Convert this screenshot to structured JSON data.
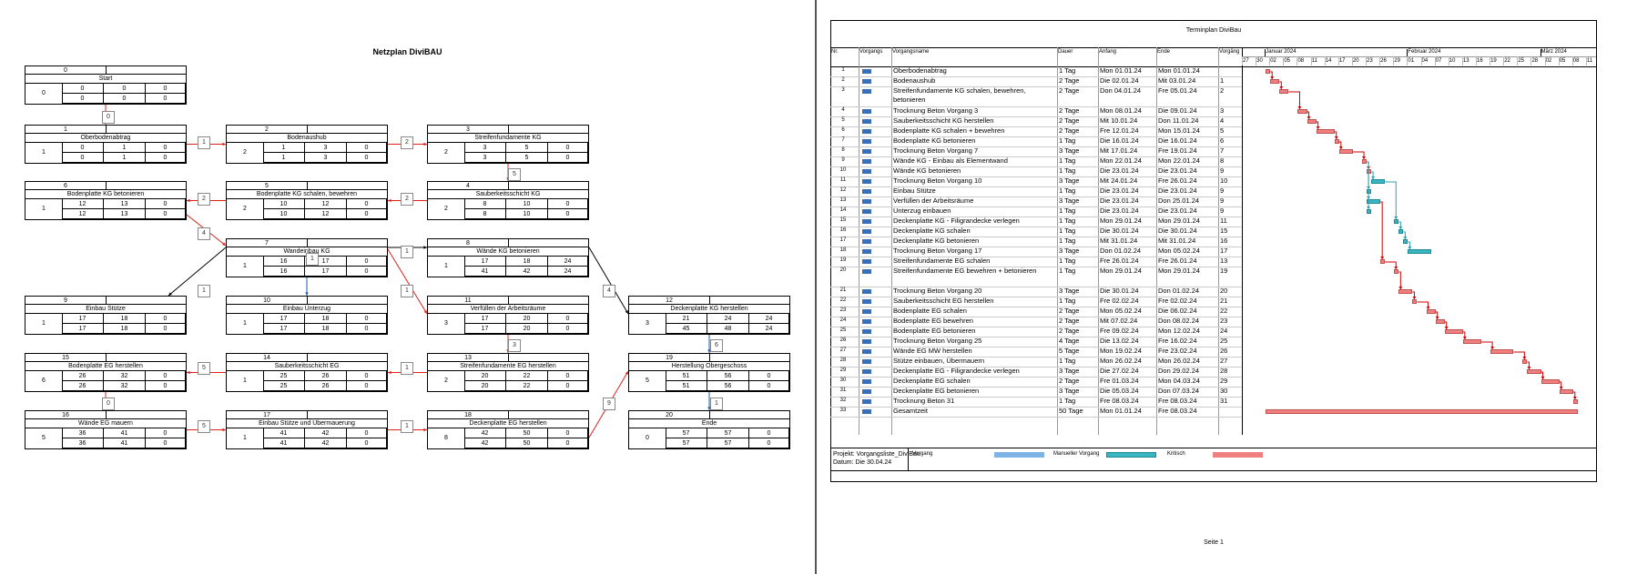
{
  "netzplan": {
    "title": "Netzplan DiviBAU",
    "nodes": [
      {
        "id": "0",
        "name": "Start",
        "dur": "0",
        "r1": [
          "0",
          "0",
          "0"
        ],
        "r2": [
          "0",
          "0",
          "0"
        ]
      },
      {
        "id": "1",
        "name": "Oberbodenabtrag",
        "dur": "1",
        "r1": [
          "0",
          "1",
          "0"
        ],
        "r2": [
          "0",
          "1",
          "0"
        ]
      },
      {
        "id": "2",
        "name": "Bodenaushub",
        "dur": "2",
        "r1": [
          "1",
          "3",
          "0"
        ],
        "r2": [
          "1",
          "3",
          "0"
        ]
      },
      {
        "id": "3",
        "name": "Streifenfundamente KG",
        "dur": "2",
        "r1": [
          "3",
          "5",
          "0"
        ],
        "r2": [
          "3",
          "5",
          "0"
        ]
      },
      {
        "id": "4",
        "name": "Sauberkeitsschicht KG",
        "dur": "2",
        "r1": [
          "8",
          "10",
          "0"
        ],
        "r2": [
          "8",
          "10",
          "0"
        ]
      },
      {
        "id": "5",
        "name": "Bodenplatte KG schalen, bewehren",
        "dur": "2",
        "r1": [
          "10",
          "12",
          "0"
        ],
        "r2": [
          "10",
          "12",
          "0"
        ]
      },
      {
        "id": "6",
        "name": "Bodenplatte KG betonieren",
        "dur": "1",
        "r1": [
          "12",
          "13",
          "0"
        ],
        "r2": [
          "12",
          "13",
          "0"
        ]
      },
      {
        "id": "7",
        "name": "Wandeinbau KG",
        "dur": "1",
        "r1": [
          "16",
          "17",
          "0"
        ],
        "r2": [
          "16",
          "17",
          "0"
        ]
      },
      {
        "id": "8",
        "name": "Wände KG betonieren",
        "dur": "1",
        "r1": [
          "17",
          "18",
          "24"
        ],
        "r2": [
          "41",
          "42",
          "24"
        ]
      },
      {
        "id": "9",
        "name": "Einbau Stütze",
        "dur": "1",
        "r1": [
          "17",
          "18",
          "0"
        ],
        "r2": [
          "17",
          "18",
          "0"
        ]
      },
      {
        "id": "10",
        "name": "Einbau Unterzug",
        "dur": "1",
        "r1": [
          "17",
          "18",
          "0"
        ],
        "r2": [
          "17",
          "18",
          "0"
        ]
      },
      {
        "id": "11",
        "name": "Verfüllen der Arbeitsräume",
        "dur": "3",
        "r1": [
          "17",
          "20",
          "0"
        ],
        "r2": [
          "17",
          "20",
          "0"
        ]
      },
      {
        "id": "12",
        "name": "Deckenplatte KG herstellen",
        "dur": "3",
        "r1": [
          "21",
          "24",
          "24"
        ],
        "r2": [
          "45",
          "48",
          "24"
        ]
      },
      {
        "id": "15",
        "name": "Bodenplatte EG herstellen",
        "dur": "6",
        "r1": [
          "26",
          "32",
          "0"
        ],
        "r2": [
          "26",
          "32",
          "0"
        ]
      },
      {
        "id": "14",
        "name": "Sauberkeitsschicht EG",
        "dur": "1",
        "r1": [
          "25",
          "26",
          "0"
        ],
        "r2": [
          "25",
          "26",
          "0"
        ]
      },
      {
        "id": "13",
        "name": "Streifenfundamente EG herstellen",
        "dur": "2",
        "r1": [
          "20",
          "22",
          "0"
        ],
        "r2": [
          "20",
          "22",
          "0"
        ]
      },
      {
        "id": "19",
        "name": "Herstellung Obergeschoss",
        "dur": "5",
        "r1": [
          "51",
          "56",
          "0"
        ],
        "r2": [
          "51",
          "56",
          "0"
        ]
      },
      {
        "id": "16",
        "name": "Wände EG mauern",
        "dur": "5",
        "r1": [
          "36",
          "41",
          "0"
        ],
        "r2": [
          "36",
          "41",
          "0"
        ]
      },
      {
        "id": "17",
        "name": "Einbau Stütze und Übermauerung",
        "dur": "1",
        "r1": [
          "41",
          "42",
          "0"
        ],
        "r2": [
          "41",
          "42",
          "0"
        ]
      },
      {
        "id": "18",
        "name": "Deckenplatte EG herstellen",
        "dur": "8",
        "r1": [
          "42",
          "50",
          "0"
        ],
        "r2": [
          "42",
          "50",
          "0"
        ]
      },
      {
        "id": "20",
        "name": "Ende",
        "dur": "0",
        "r1": [
          "57",
          "57",
          "0"
        ],
        "r2": [
          "57",
          "57",
          "0"
        ]
      }
    ],
    "edge_labels": [
      "0",
      "1",
      "2",
      "5",
      "2",
      "2",
      "4",
      "1",
      "1",
      "1",
      "1",
      "4",
      "3",
      "6",
      "1",
      "5",
      "9",
      "5",
      "1",
      "0",
      "1"
    ]
  },
  "gantt": {
    "title": "Terminplan DiviBau",
    "headers": {
      "nr": "Nr.",
      "mode": "Vorgangs",
      "name": "Vorgangsname",
      "dauer": "Dauer",
      "anfang": "Anfang",
      "ende": "Ende",
      "vorg": "Vorgäng"
    },
    "months": [
      "Januar 2024",
      "Februar 2024",
      "März 2024"
    ],
    "days": [
      "27",
      "30",
      "02",
      "05",
      "08",
      "11",
      "14",
      "17",
      "20",
      "23",
      "26",
      "29",
      "01",
      "04",
      "07",
      "10",
      "13",
      "16",
      "19",
      "22",
      "25",
      "28",
      "02",
      "05",
      "08",
      "11"
    ],
    "rows": [
      {
        "nr": "1",
        "name": "Oberbodenabtrag",
        "dauer": "1 Tag",
        "anfang": "Mon 01.01.24",
        "ende": "Mon 01.01.24",
        "vorg": ""
      },
      {
        "nr": "2",
        "name": "Bodenaushub",
        "dauer": "2 Tage",
        "anfang": "Die 02.01.24",
        "ende": "Mit 03.01.24",
        "vorg": "1"
      },
      {
        "nr": "3",
        "name": "Streifenfundamente KG schalen, bewehren, betonieren",
        "dauer": "2 Tage",
        "anfang": "Don 04.01.24",
        "ende": "Fre 05.01.24",
        "vorg": "2"
      },
      {
        "nr": "4",
        "name": "Trocknung Beton Vorgang 3",
        "dauer": "2 Tage",
        "anfang": "Mon 08.01.24",
        "ende": "Die 09.01.24",
        "vorg": "3"
      },
      {
        "nr": "5",
        "name": "Sauberkeitsschicht KG herstellen",
        "dauer": "2 Tage",
        "anfang": "Mit 10.01.24",
        "ende": "Don 11.01.24",
        "vorg": "4"
      },
      {
        "nr": "6",
        "name": "Bodenplatte KG schalen + bewehren",
        "dauer": "2 Tage",
        "anfang": "Fre 12.01.24",
        "ende": "Mon 15.01.24",
        "vorg": "5"
      },
      {
        "nr": "7",
        "name": "Bodenplatte KG betonieren",
        "dauer": "1 Tag",
        "anfang": "Die 16.01.24",
        "ende": "Die 16.01.24",
        "vorg": "6"
      },
      {
        "nr": "8",
        "name": "Trocknung Beton Vorgang 7",
        "dauer": "3 Tage",
        "anfang": "Mit 17.01.24",
        "ende": "Fre 19.01.24",
        "vorg": "7"
      },
      {
        "nr": "9",
        "name": "Wände KG - Einbau als Elementwand",
        "dauer": "1 Tag",
        "anfang": "Mon 22.01.24",
        "ende": "Mon 22.01.24",
        "vorg": "8"
      },
      {
        "nr": "10",
        "name": "Wände KG betonieren",
        "dauer": "1 Tag",
        "anfang": "Die 23.01.24",
        "ende": "Die 23.01.24",
        "vorg": "9"
      },
      {
        "nr": "11",
        "name": "Trocknung Beton Vorgang 10",
        "dauer": "3 Tage",
        "anfang": "Mit 24.01.24",
        "ende": "Fre 26.01.24",
        "vorg": "10"
      },
      {
        "nr": "12",
        "name": "Einbau Stütze",
        "dauer": "1 Tag",
        "anfang": "Die 23.01.24",
        "ende": "Die 23.01.24",
        "vorg": "9"
      },
      {
        "nr": "13",
        "name": "Verfüllen der Arbeitsräume",
        "dauer": "3 Tage",
        "anfang": "Die 23.01.24",
        "ende": "Don 25.01.24",
        "vorg": "9"
      },
      {
        "nr": "14",
        "name": "Unterzug einbauen",
        "dauer": "1 Tag",
        "anfang": "Die 23.01.24",
        "ende": "Die 23.01.24",
        "vorg": "9"
      },
      {
        "nr": "15",
        "name": "Deckenplatte KG - Filigrandecke verlegen",
        "dauer": "1 Tag",
        "anfang": "Mon 29.01.24",
        "ende": "Mon 29.01.24",
        "vorg": "11"
      },
      {
        "nr": "16",
        "name": "Deckenplatte KG schalen",
        "dauer": "1 Tag",
        "anfang": "Die 30.01.24",
        "ende": "Die 30.01.24",
        "vorg": "15"
      },
      {
        "nr": "17",
        "name": "Deckenplatte KG betonieren",
        "dauer": "1 Tag",
        "anfang": "Mit 31.01.24",
        "ende": "Mit 31.01.24",
        "vorg": "16"
      },
      {
        "nr": "18",
        "name": "Trocknung Beton Vorgang 17",
        "dauer": "3 Tage",
        "anfang": "Don 01.02.24",
        "ende": "Mon 05.02.24",
        "vorg": "17"
      },
      {
        "nr": "19",
        "name": "Streifenfundamente EG schalen",
        "dauer": "1 Tag",
        "anfang": "Fre 26.01.24",
        "ende": "Fre 26.01.24",
        "vorg": "13"
      },
      {
        "nr": "20",
        "name": "Streifenfundamente EG bewehren + betonieren",
        "dauer": "1 Tag",
        "anfang": "Mon 29.01.24",
        "ende": "Mon 29.01.24",
        "vorg": "19"
      },
      {
        "nr": "21",
        "name": "Trocknung Beton Vorgang 20",
        "dauer": "3 Tage",
        "anfang": "Die 30.01.24",
        "ende": "Don 01.02.24",
        "vorg": "20"
      },
      {
        "nr": "22",
        "name": "Sauberkeitsschicht EG herstellen",
        "dauer": "1 Tag",
        "anfang": "Fre 02.02.24",
        "ende": "Fre 02.02.24",
        "vorg": "21"
      },
      {
        "nr": "23",
        "name": "Bodenplatte EG schalen",
        "dauer": "2 Tage",
        "anfang": "Mon 05.02.24",
        "ende": "Die 06.02.24",
        "vorg": "22"
      },
      {
        "nr": "24",
        "name": "Bodenplatte EG bewehren",
        "dauer": "2 Tage",
        "anfang": "Mit 07.02.24",
        "ende": "Don 08.02.24",
        "vorg": "23"
      },
      {
        "nr": "25",
        "name": "Bodenplatte EG betonieren",
        "dauer": "2 Tage",
        "anfang": "Fre 09.02.24",
        "ende": "Mon 12.02.24",
        "vorg": "24"
      },
      {
        "nr": "26",
        "name": "Trocknung Beton Vorgang 25",
        "dauer": "4 Tage",
        "anfang": "Die 13.02.24",
        "ende": "Fre 16.02.24",
        "vorg": "25"
      },
      {
        "nr": "27",
        "name": "Wände EG MW herstellen",
        "dauer": "5 Tage",
        "anfang": "Mon 19.02.24",
        "ende": "Fre 23.02.24",
        "vorg": "26"
      },
      {
        "nr": "28",
        "name": "Stütze einbauen, Übermauern",
        "dauer": "1 Tag",
        "anfang": "Mon 26.02.24",
        "ende": "Mon 26.02.24",
        "vorg": "27"
      },
      {
        "nr": "29",
        "name": "Deckenplatte EG - Filigrandecke verlegen",
        "dauer": "3 Tage",
        "anfang": "Die 27.02.24",
        "ende": "Don 29.02.24",
        "vorg": "28"
      },
      {
        "nr": "30",
        "name": "Deckenplatte EG schalen",
        "dauer": "2 Tage",
        "anfang": "Fre 01.03.24",
        "ende": "Mon 04.03.24",
        "vorg": "29"
      },
      {
        "nr": "31",
        "name": "Deckenplatte EG betonieren",
        "dauer": "3 Tage",
        "anfang": "Die 05.03.24",
        "ende": "Don 07.03.24",
        "vorg": "30"
      },
      {
        "nr": "32",
        "name": "Trocknung Beton 31",
        "dauer": "1 Tag",
        "anfang": "Fre 08.03.24",
        "ende": "Fre 08.03.24",
        "vorg": "31"
      },
      {
        "nr": "33",
        "name": "Gesamtzeit",
        "dauer": "50 Tage",
        "anfang": "Mon 01.01.24",
        "ende": "Fre 08.03.24",
        "vorg": ""
      }
    ],
    "footer": {
      "projekt": "Projekt: Vorgangsliste_DiviBau",
      "datum": "Datum: Die 30.04.24",
      "vorgang": "Vorgang",
      "manuell": "Manueller Vorgang",
      "kritisch": "Kritisch"
    },
    "page": "Seite 1",
    "colors": {
      "critical": "#f08080",
      "manual": "#3bb5c0",
      "task": "#7fb3e8",
      "link": "#cc0000",
      "link_manual": "#2aa0b0"
    }
  }
}
